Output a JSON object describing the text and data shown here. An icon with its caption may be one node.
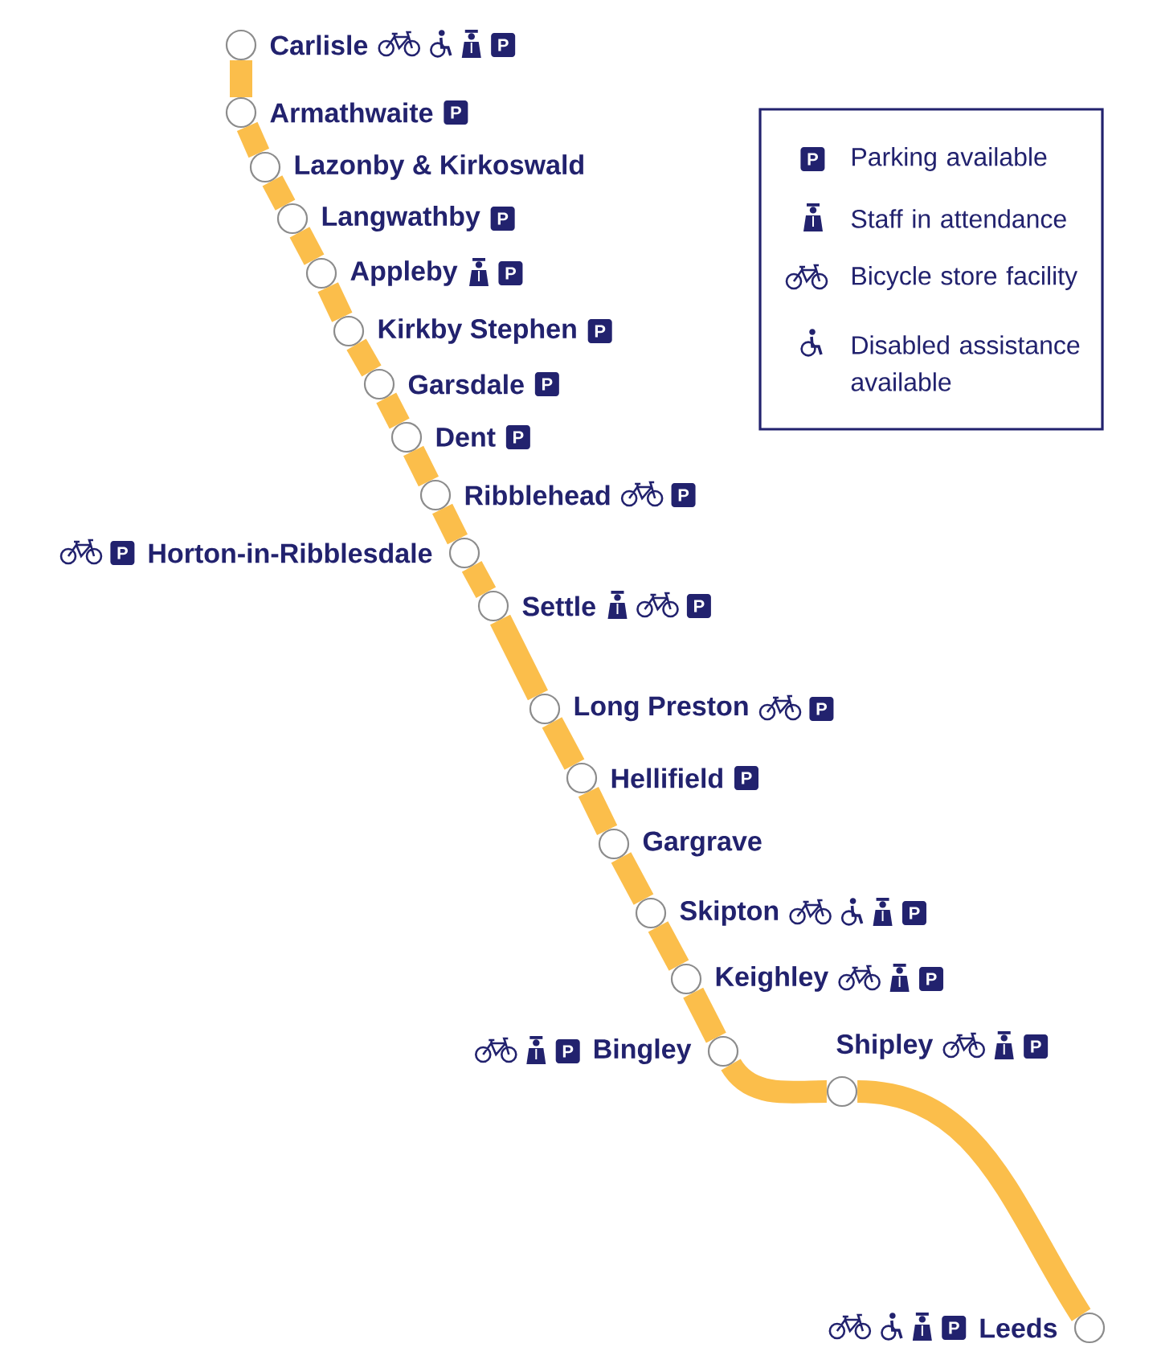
{
  "diagram": {
    "nodes": [
      {
        "text": [
          "Carlisle"
        ]
      },
      {
        "text": [
          "Armathwaite"
        ]
      },
      {
        "text": [
          "Lazonby & Kirkoswald"
        ]
      },
      {
        "text": [
          "Langwathby"
        ]
      },
      {
        "text": [
          "Appleby"
        ]
      },
      {
        "text": [
          "Kirkby Stephen"
        ]
      },
      {
        "text": [
          "Garsdale"
        ]
      },
      {
        "text": [
          "Dent"
        ]
      },
      {
        "text": [
          "Ribblehead"
        ]
      },
      {
        "text": [
          "Horton-in-Ribblesdale"
        ]
      },
      {
        "text": [
          "Settle"
        ]
      },
      {
        "text": [
          "Long Preston"
        ]
      },
      {
        "text": [
          "Hellifield"
        ]
      },
      {
        "text": [
          "Gargrave"
        ]
      },
      {
        "text": [
          "Skipton"
        ]
      },
      {
        "text": [
          "Keighley"
        ]
      },
      {
        "text": [
          "Bingley"
        ]
      },
      {
        "text": [
          "Shipley"
        ]
      },
      {
        "text": [
          "Leeds"
        ]
      }
    ],
    "edges": [
      {
        "from": 0,
        "to": 1,
        "arrow": "none"
      },
      {
        "from": 1,
        "to": 2,
        "arrow": "none"
      },
      {
        "from": 2,
        "to": 3,
        "arrow": "none"
      },
      {
        "from": 3,
        "to": 4,
        "arrow": "none"
      },
      {
        "from": 4,
        "to": 5,
        "arrow": "none"
      },
      {
        "from": 5,
        "to": 6,
        "arrow": "none"
      },
      {
        "from": 6,
        "to": 7,
        "arrow": "none"
      },
      {
        "from": 7,
        "to": 8,
        "arrow": "none"
      },
      {
        "from": 8,
        "to": 9,
        "arrow": "none"
      },
      {
        "from": 9,
        "to": 10,
        "arrow": "none"
      },
      {
        "from": 10,
        "to": 11,
        "arrow": "none"
      },
      {
        "from": 11,
        "to": 12,
        "arrow": "none"
      },
      {
        "from": 12,
        "to": 13,
        "arrow": "none"
      },
      {
        "from": 13,
        "to": 14,
        "arrow": "none"
      },
      {
        "from": 14,
        "to": 15,
        "arrow": "none"
      },
      {
        "from": 15,
        "to": 16,
        "arrow": "none"
      },
      {
        "from": 16,
        "to": 17,
        "arrow": "none"
      },
      {
        "from": 17,
        "to": 18,
        "arrow": "none"
      }
    ],
    "labels": [
      "P",
      "P",
      "P",
      "P",
      "P",
      "P",
      "P",
      "P",
      "P",
      "P",
      "P",
      "P",
      "P",
      "P",
      "P",
      "P",
      "P",
      "P"
    ],
    "legend": [
      {
        "text": "Parking available"
      },
      {
        "text": "Staff in attendance"
      },
      {
        "text": "Bicycle store facility"
      },
      {
        "text": "Disabled assistance available"
      }
    ]
  }
}
